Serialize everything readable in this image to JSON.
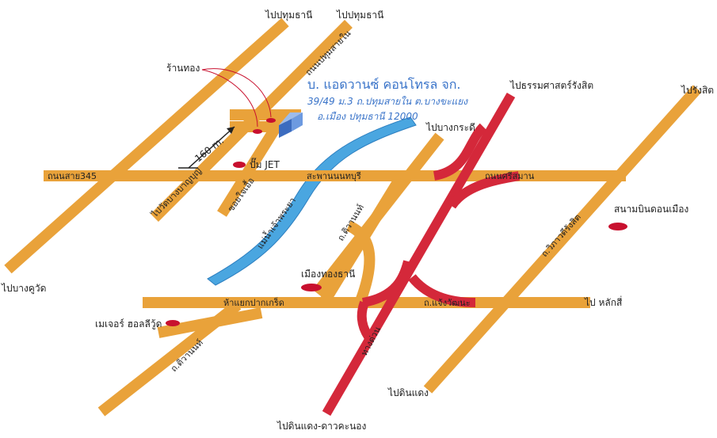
{
  "colors": {
    "road": "#e9a23a",
    "expressway": "#d4283a",
    "river": "#4aa6e0",
    "river_edge": "#2d7fc0",
    "marker": "#c8102e",
    "company_text": "#3a74c9",
    "building": "#4b7bd0"
  },
  "labels": {
    "to_pathumthani_1": "ไปปทุมธานี",
    "to_pathumthani_2": "ไปปทุมธานี",
    "road_pathumsainai": "ถนนปทุมสายใน",
    "gold_shop": "ร้านทอง",
    "company_name": "บ. แอดวานซ์ คอนโทรล จก.",
    "address_1": "39/49 ม.3 ถ.ปทุมสายใน ต.บางขะแยง",
    "address_2": "อ.เมือง ปทุมธานี 12000",
    "to_thammasat": "ไปธรรมศาสตร์รังสิต",
    "to_rangsit": "ไปรังสิต",
    "to_bangkradi": "ไปบางกระดี",
    "distance": "160 m.",
    "pump_jet": "ปั๊ม JET",
    "road_345": "ถนนสาย345",
    "bridge_nonthaburi": "สะพานนนทบุรี",
    "road_srisaman": "ถนนศรีสมาน",
    "to_wat_bangbun": "ไปวัดบางบาญบุญ",
    "soi_chaiyue": "ซอยใจเอื้อ",
    "river_chaophraya": "แม่น้ำเจ้าพระยา",
    "road_tiwanon_1": "ถ.ติวานนท์",
    "airport_donmueang": "สนามบินดอนเมือง",
    "road_vibhavadi": "ถ.วิภาวดีรังสิต",
    "to_bangkhuwat": "ไปบางคูวัด",
    "mueang_thong_thani": "เมืองทองธานี",
    "pakkret_junction": "ห้าแยกปากเกร็ด",
    "road_chaengwattana": "ถ.แจ้งวัฒนะ",
    "to_laksi": "ไป หลักสี่",
    "major_hollywood": "เมเจอร์ ฮอลลีวู้ด",
    "road_tiwanon_2": "ถ.ติวานนท์",
    "expressway": "ทางด่วน",
    "to_dindaeng": "ไปดินแดง",
    "to_dindaeng_daokanong": "ไปดินแดง-ดาวคะนอง"
  }
}
